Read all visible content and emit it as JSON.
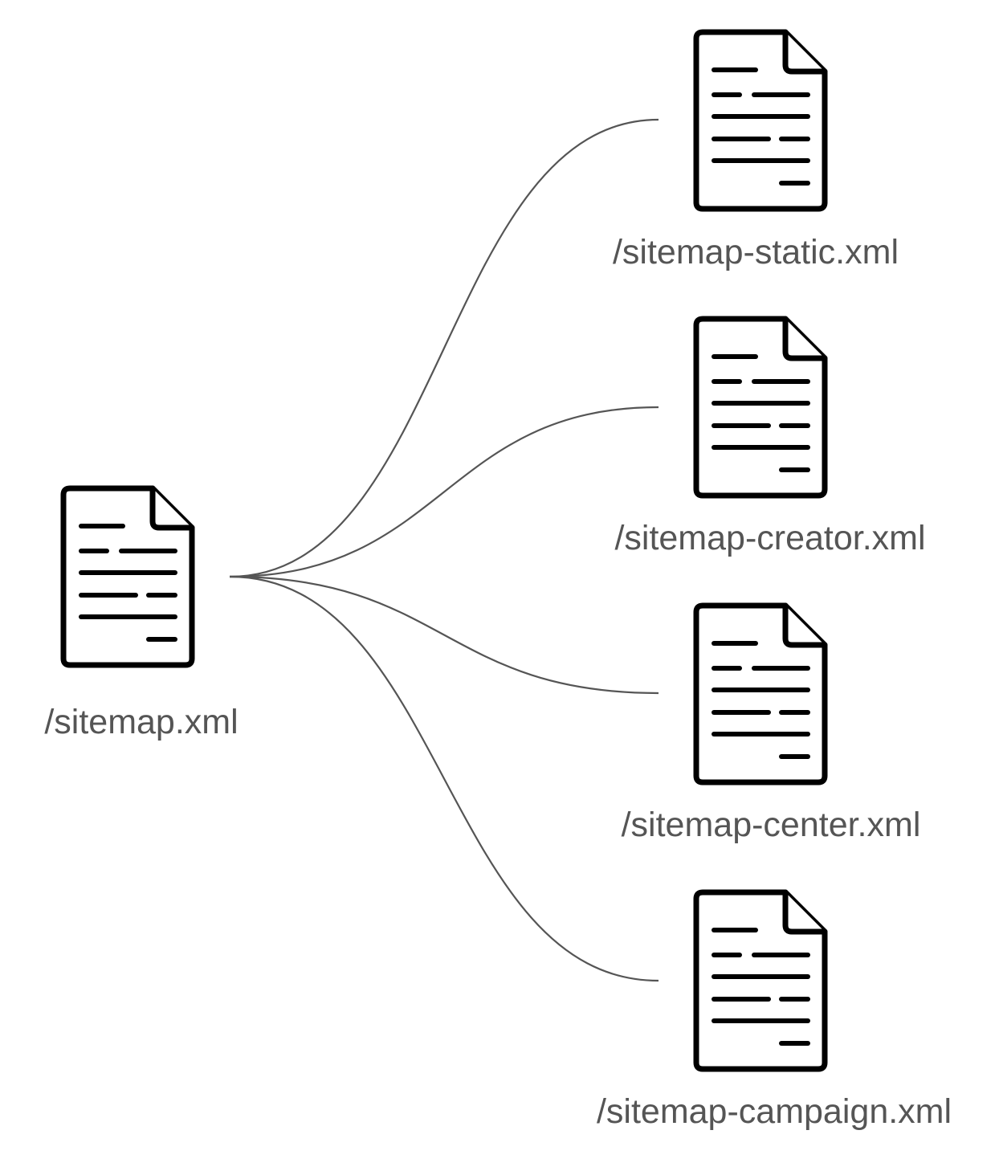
{
  "colors": {
    "background": "#ffffff",
    "edge": "#555555",
    "icon": "#000000",
    "label": "#555555"
  },
  "root": {
    "label": "/sitemap.xml",
    "icon": "document-icon"
  },
  "children": [
    {
      "label": "/sitemap-static.xml",
      "icon": "document-icon"
    },
    {
      "label": "/sitemap-creator.xml",
      "icon": "document-icon"
    },
    {
      "label": "/sitemap-center.xml",
      "icon": "document-icon"
    },
    {
      "label": "/sitemap-campaign.xml",
      "icon": "document-icon"
    }
  ]
}
